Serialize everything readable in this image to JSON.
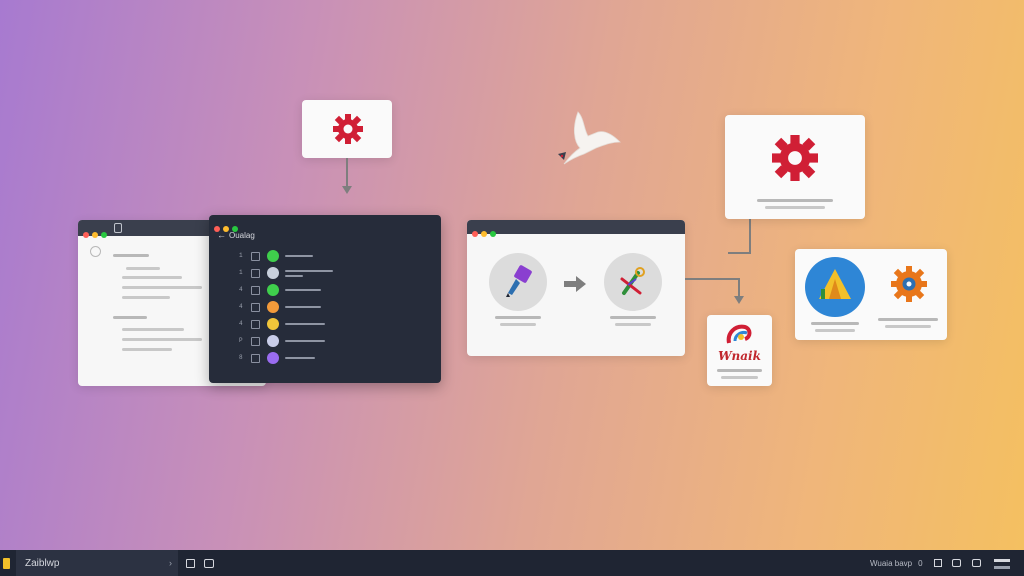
{
  "dark_window": {
    "title": "Oualag",
    "rows": [
      {
        "num": "1",
        "color": "#3fcf4c"
      },
      {
        "num": "1",
        "color": "#c8d0dc"
      },
      {
        "num": "4",
        "color": "#3fcf4c"
      },
      {
        "num": "4",
        "color": "#f39a3a"
      },
      {
        "num": "4",
        "color": "#f0c53a"
      },
      {
        "num": "P",
        "color": "#c9cde8"
      },
      {
        "num": "8",
        "color": "#9a6cf0"
      }
    ]
  },
  "mid_window": {
    "left_icon": "wrench-icon",
    "right_icon": "tools-icon"
  },
  "small_card": {
    "logo_text": "Wnaik"
  },
  "taskbar": {
    "search_text": "Zaiblwp",
    "tray_text": "Wuaia bavp",
    "tray_num": "0"
  },
  "colors": {
    "accent_red": "#d01f35",
    "dark_window_bg": "#262c3a",
    "taskbar_bg": "#1f2533"
  }
}
